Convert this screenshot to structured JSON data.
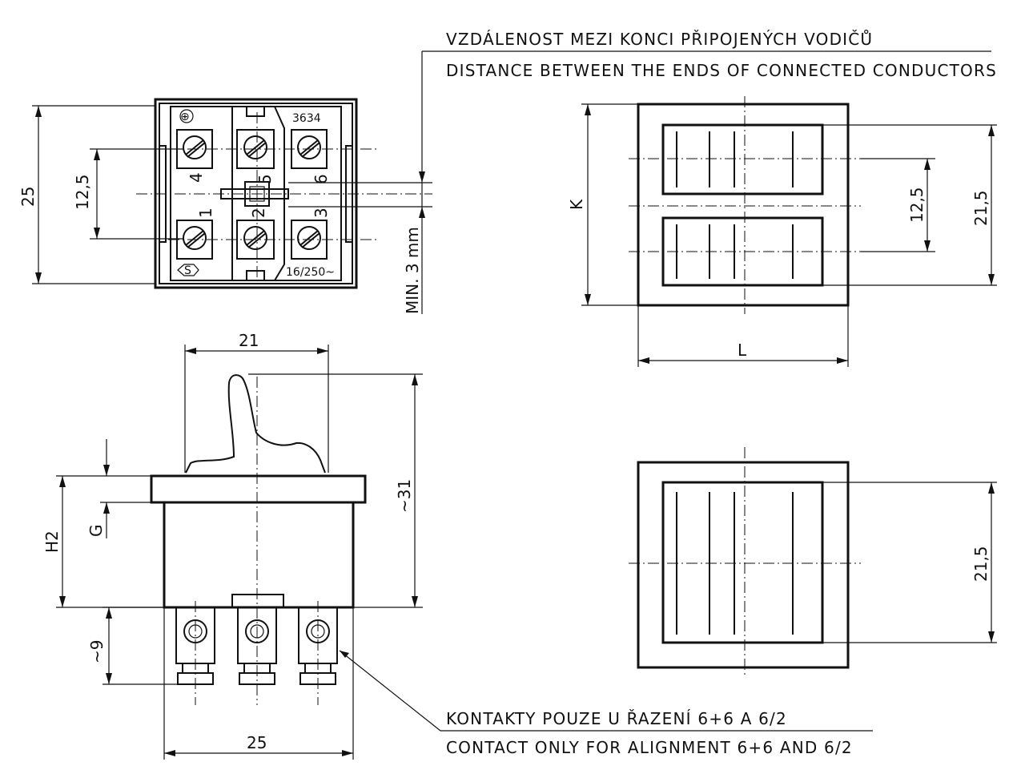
{
  "notes": {
    "distance_cz": "VZDÁLENOST MEZI KONCI PŘIPOJENÝCH VODIČŮ",
    "distance_en": "DISTANCE BETWEEN THE ENDS OF CONNECTED CONDUCTORS",
    "contacts_cz": "KONTAKTY POUZE U ŘAZENÍ 6+6 A 6/2",
    "contacts_en": "CONTACT ONLY FOR ALIGNMENT 6+6 AND 6/2"
  },
  "back_view": {
    "model": "3634",
    "rating": "16/250~",
    "terminals": [
      "4",
      "5",
      "6",
      "1",
      "2",
      "3"
    ],
    "dim_height": "25",
    "dim_pitch": "12,5",
    "dim_min": "MIN. 3 mm"
  },
  "side_view": {
    "dim_width_top": "21",
    "dim_height_total": "~31",
    "dim_h2": "H2",
    "dim_g": "G",
    "dim_terminal": "~9",
    "dim_width_bottom": "25"
  },
  "front_view_double": {
    "dim_k": "K",
    "dim_l": "L",
    "dim_pitch": "12,5",
    "dim_height": "21,5"
  },
  "front_view_single": {
    "dim_height": "21,5"
  }
}
